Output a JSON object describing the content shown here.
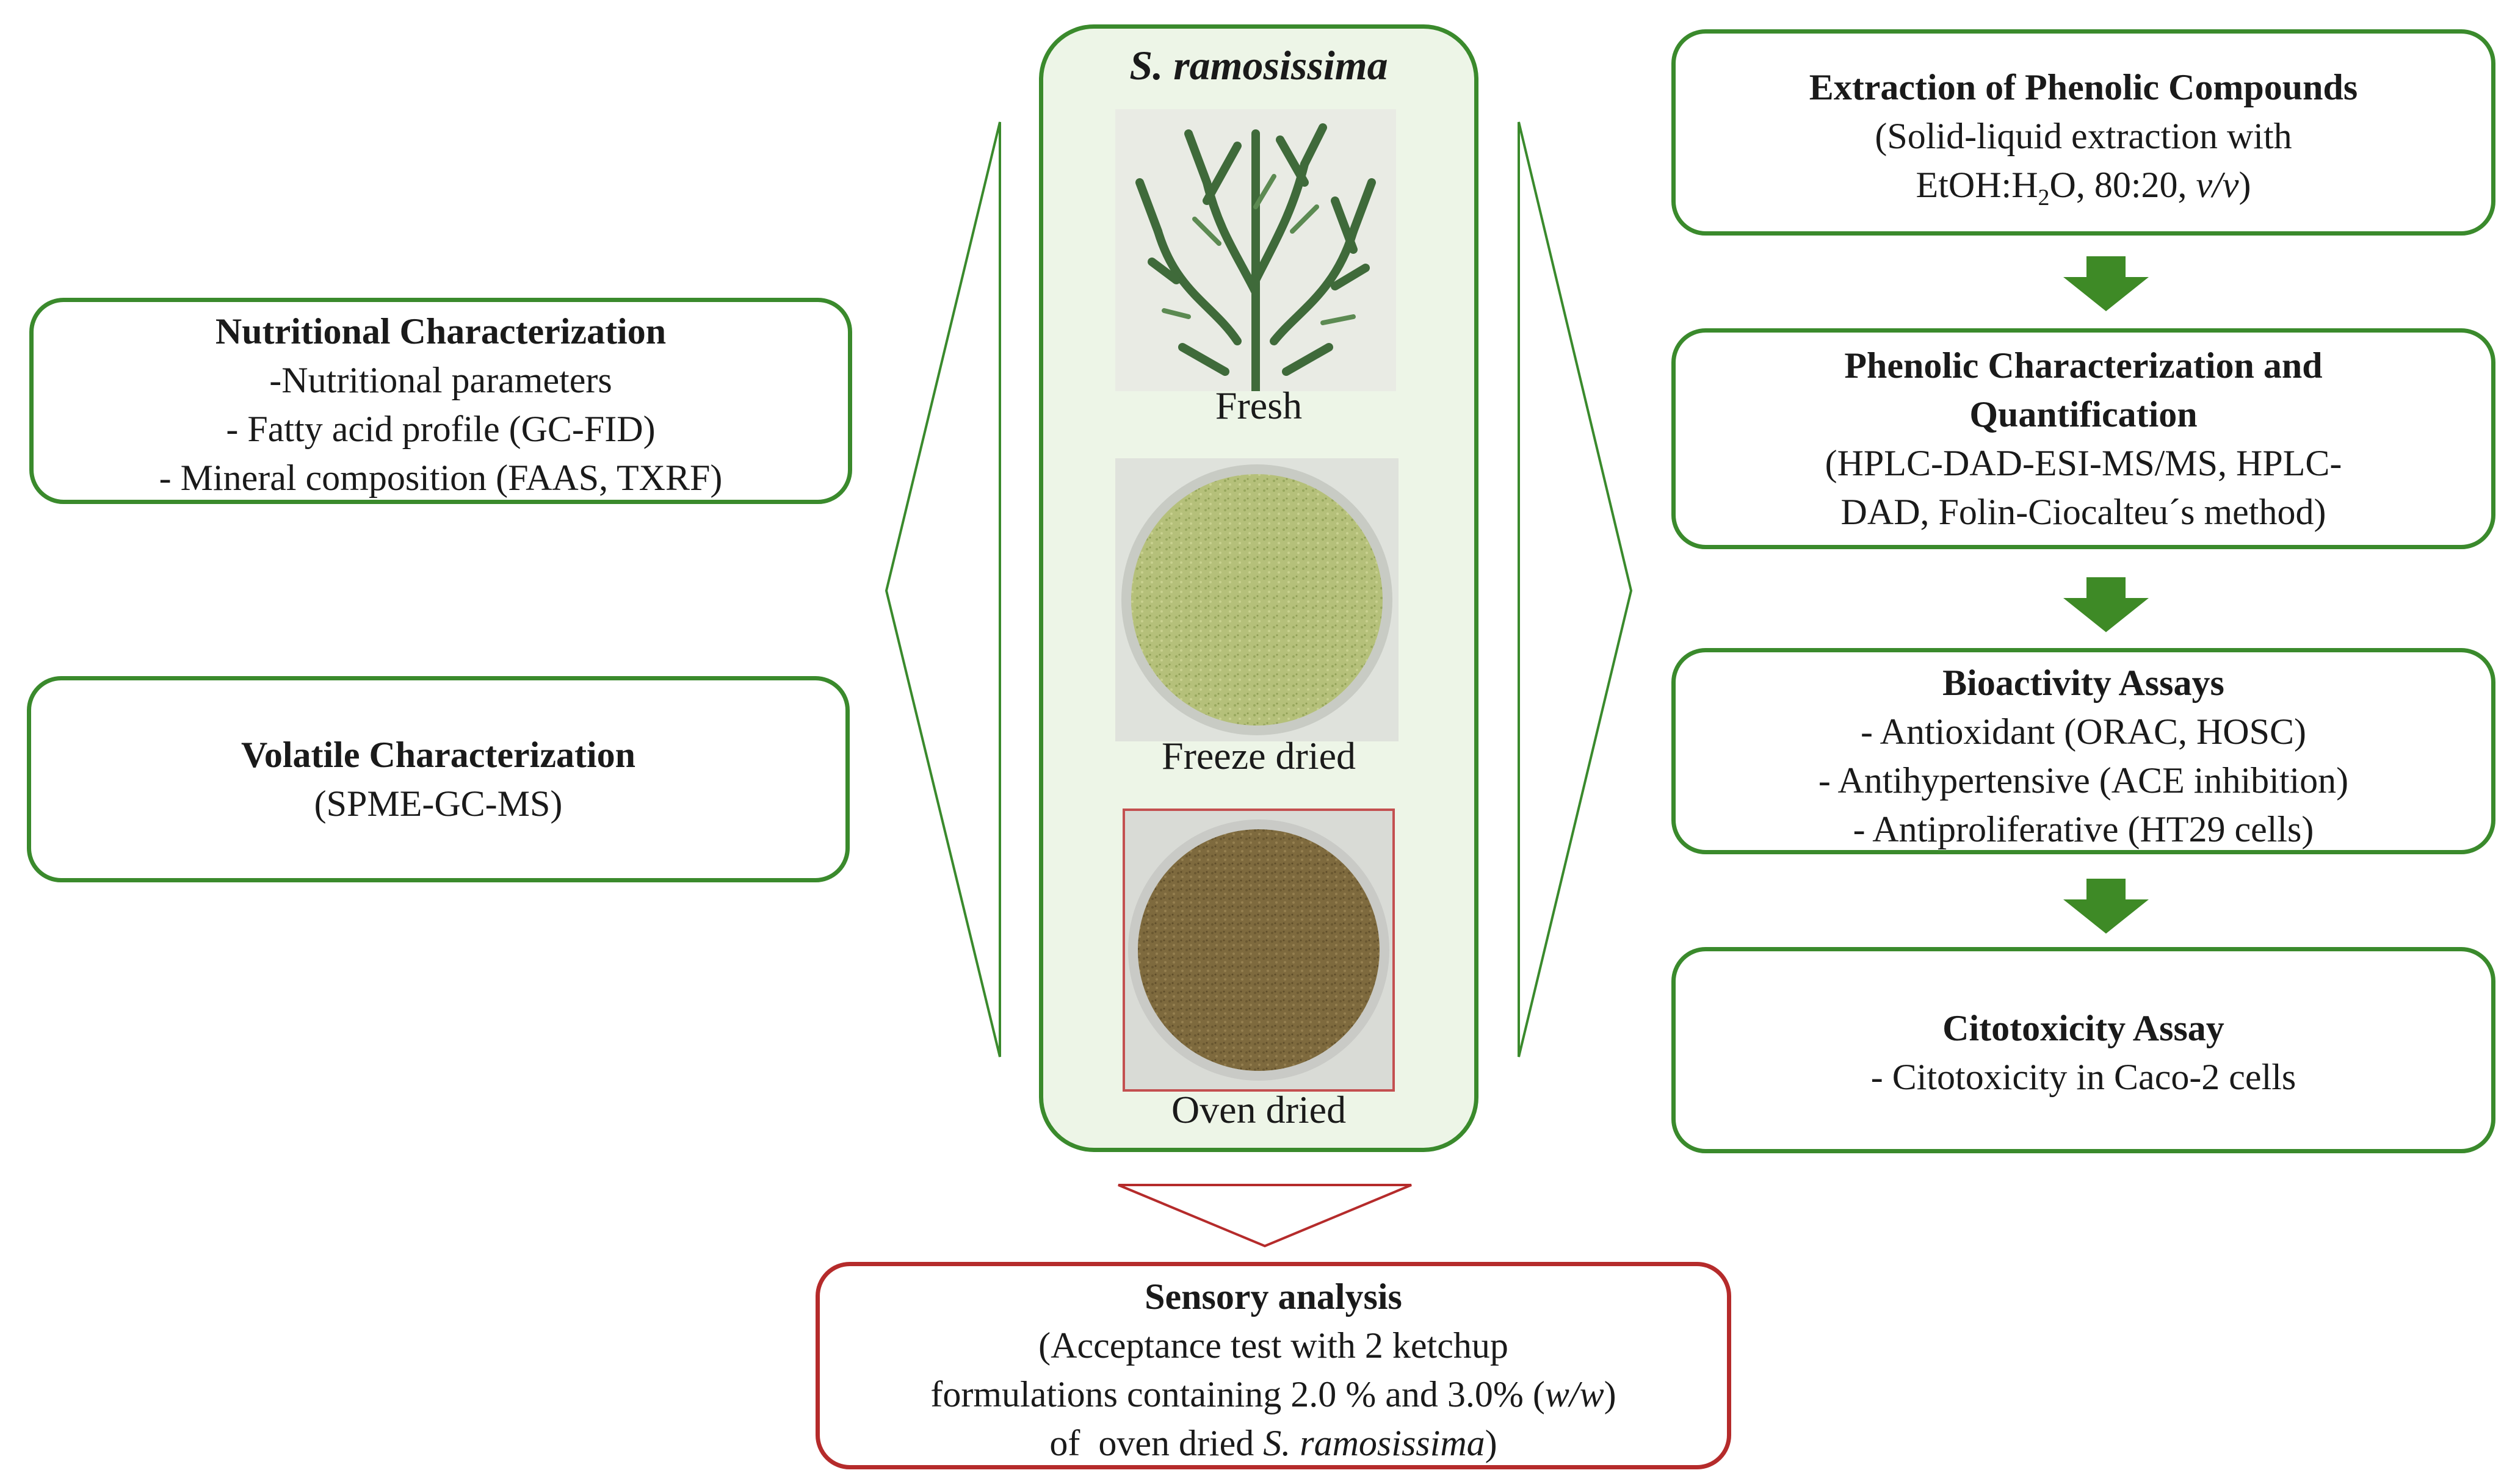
{
  "center": {
    "title": "S. ramosissima",
    "photos": [
      {
        "label": "Fresh"
      },
      {
        "label": "Freeze dried"
      },
      {
        "label": "Oven dried"
      }
    ]
  },
  "left_boxes": {
    "nutritional": {
      "title": "Nutritional Characterization",
      "lines": [
        "-Nutritional parameters",
        "- Fatty acid profile (GC-FID)",
        "- Mineral composition (FAAS, TXRF)"
      ]
    },
    "volatile": {
      "title": "Volatile Characterization",
      "lines": [
        "(SPME-GC-MS)"
      ]
    }
  },
  "right_boxes": {
    "extraction": {
      "title": "Extraction of Phenolic Compounds",
      "line1": "(Solid-liquid extraction with",
      "line2_pre": "EtOH:H",
      "line2_sub": "2",
      "line2_mid": "O, 80:20, ",
      "line2_it": "v/v",
      "line2_post": ")"
    },
    "phenolic": {
      "title_line1": "Phenolic Characterization and",
      "title_line2": "Quantification",
      "lines": [
        "(HPLC-DAD-ESI-MS/MS, HPLC-",
        "DAD, Folin-Ciocalteu´s method)"
      ]
    },
    "bioactivity": {
      "title": "Bioactivity Assays",
      "lines": [
        "- Antioxidant (ORAC, HOSC)",
        "- Antihypertensive (ACE inhibition)",
        "- Antiproliferative (HT29 cells)"
      ]
    },
    "citotoxicity": {
      "title": "Citotoxicity Assay",
      "lines": [
        "- Citotoxicity in Caco-2 cells"
      ]
    }
  },
  "bottom_box": {
    "title": "Sensory analysis",
    "line1": "(Acceptance test with 2 ketchup",
    "line2_pre": "formulations containing 2.0 % and 3.0% (",
    "line2_it": "w/w",
    "line2_post": ")",
    "line3_pre": "of  oven dried ",
    "line3_it": "S. ramosissima",
    "line3_post": ")"
  },
  "colors": {
    "green_border": "#3a8a2c",
    "red_border": "#b52b2b",
    "panel_fill": "#edf5e7",
    "arrow_green": "#3e8a26"
  }
}
